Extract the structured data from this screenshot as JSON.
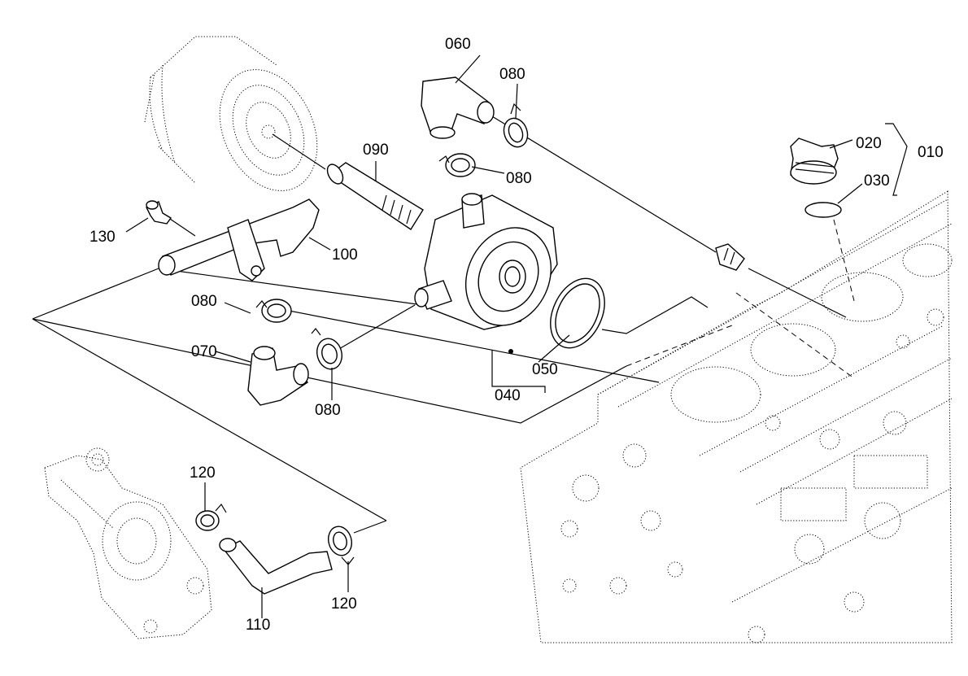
{
  "callouts": {
    "p010": "010",
    "p020": "020",
    "p030": "030",
    "p040": "040",
    "p050": "050",
    "p060": "060",
    "p070": "070",
    "p080a": "080",
    "p080b": "080",
    "p080c": "080",
    "p080d": "080",
    "p090": "090",
    "p100": "100",
    "p110": "110",
    "p120a": "120",
    "p120b": "120",
    "p130": "130"
  }
}
